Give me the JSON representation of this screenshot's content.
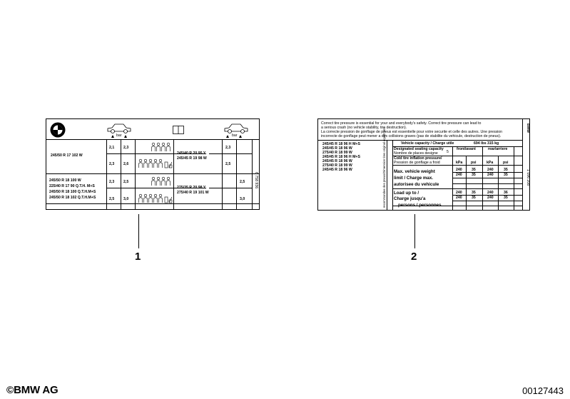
{
  "label1": {
    "bar_left": "bar",
    "bar_right": "bar",
    "part_no": "6 758 936",
    "tires_a": [
      "245/50 R 17 102 W"
    ],
    "tires_b": [
      "245/50 R 18 100 W",
      "225/40 R 17 90 Q.T.H. M+S",
      "245/50 R 18 100 Q.T.H.M+S",
      "245/50 R 18 102 Q.T.H.M+S"
    ],
    "tires_c": [
      "245/40 R 20 95 Y",
      "245/45 R 19 98 W"
    ],
    "tires_d": [
      "275/35 R 20 98 Y",
      "275/40 R 19 101 W"
    ],
    "vals_left": [
      [
        "2,1",
        "2,3"
      ],
      [
        "2,3",
        "2,6"
      ],
      [
        "2,3",
        "2,5"
      ],
      [
        "2,5",
        "3,0"
      ]
    ],
    "vals_right_a": [
      "2,3",
      "2,5"
    ],
    "vals_right_b": [
      "2,5",
      "3,0"
    ]
  },
  "label2": {
    "intro": [
      "Correct tire pressure is essential for your and everybody's safety. Correct tire pressure can lead to",
      "a serious crash (no vehicle stability, tire destruction).",
      "La correcte pression de gonflage de pneus est essentielle pour votre securite et celle des autres. Une pression",
      "incorrecte de gonflage peut mener a des collisions graves (pas de stabilite du vehicule, destruction de pneus)."
    ],
    "tires": [
      "245/45 R 18 96 H M+S",
      "245/45 R 18 96 W",
      "275/40 R 18 99 W",
      "245/45 R 18 96 H M+S",
      "245/45 R 18 96 W",
      "275/40 R 18 99 W",
      "245/45 R 18 96 W"
    ],
    "rot_text": "recommandee des pneus/Dimension tires original equipment",
    "capacity_label": "Vehicle capacity / Charge utile",
    "capacity_value": "694 lbs  315 kg",
    "seating_en": "Designated seating capacity",
    "seating_fr": "Nombre de places designe",
    "seating_value": "5",
    "front": "front/avant",
    "rear": "rear/arriere",
    "cold_en": "Cold tire inflation pressure/",
    "cold_fr": "Pression de gonflage a froid",
    "kpa": "kPa",
    "psi": "psi",
    "max_lines": [
      "Max. vehicle weight",
      "limit / Charge  max.",
      "autorisee du vehicule"
    ],
    "max_vals": [
      [
        "240",
        "35",
        "240",
        "35"
      ],
      [
        "240",
        "35",
        "240",
        "35"
      ]
    ],
    "load_lines": [
      "Load up to /",
      "Charge jusqu'a",
      "persons / personnes"
    ],
    "load_vals": [
      [
        "240",
        "35",
        "240",
        "36"
      ],
      [
        "240",
        "35",
        "240",
        "35"
      ]
    ],
    "bmw": "BMW",
    "part_no": "1 096 208"
  },
  "callouts": [
    "1",
    "2"
  ],
  "footer": {
    "brand": "BMW AG",
    "code": "00127443"
  }
}
